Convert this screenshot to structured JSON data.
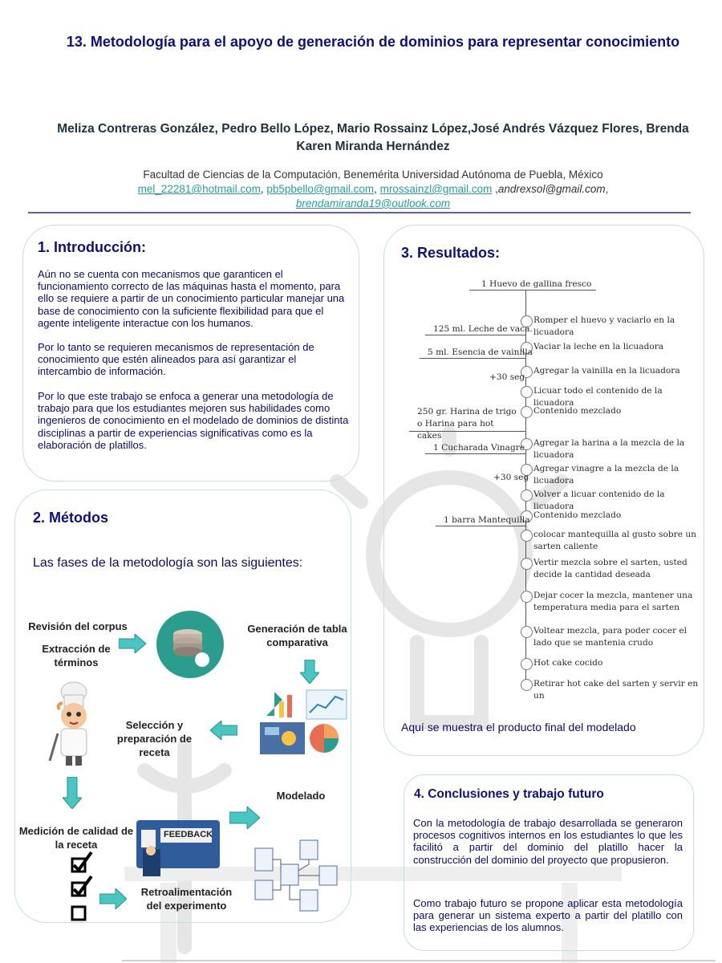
{
  "header": {
    "title": "13. Metodología para el apoyo de generación de dominios para representar conocimiento",
    "authors": "Meliza Contreras González, Pedro Bello López, Mario Rossainz López,José Andrés Vázquez Flores, Brenda Karen Miranda Hernández",
    "affiliation": "Facultad de Ciencias de la Computación, Benemérita Universidad Autónoma de Puebla, México",
    "emails": [
      "mel_22281@hotmail.com",
      "pb5pbello@gmail.com",
      "mrossainzl@gmail.com",
      "andrexsol@gmail.com",
      "brendamiranda19@outlook.com"
    ],
    "sep1": ", ",
    "sep2": ", ",
    "sep3": " ,",
    "sep4": ","
  },
  "intro": {
    "title": "1. Introducción:",
    "p1": "Aún no se cuenta con mecanismos que garanticen el funcionamiento correcto de las máquinas hasta el momento, para ello se requiere a partir de un conocimiento particular manejar una base de conocimiento con la suficiente flexibilidad para que el agente inteligente interactue con los humanos.",
    "p2": "Por lo tanto se requieren mecanismos de representación de conocimiento que estén alineados para así garantizar el intercambio de información.",
    "p3": "Por lo que este trabajo se enfoca a generar una metodología de trabajo para que los estudiantes mejoren sus habilidades como ingenieros de conocimiento en el modelado de dominios de distinta disciplinas a partir de experiencias significativas como es la elaboración de platillos."
  },
  "methods": {
    "title": "2. Métodos",
    "intro": "Las fases de la metodología son las siguientes:",
    "labels": {
      "corpus": "Revisión del corpus",
      "terms": "Extracción de términos",
      "table": "Generación de tabla comparativa",
      "recipe": "Selección y preparación de receta",
      "modeling": "Modelado",
      "quality": "Medición de calidad de la receta",
      "feedback": "Retroalimentación del experimento",
      "feedback_badge": "FEEDBACK"
    }
  },
  "results": {
    "title": "3. Resultados:",
    "caption": "Aquí se muestra el producto final del modelado",
    "top_label": "1 Huevo de gallina fresco",
    "steps": [
      "Romper el huevo y vaciarlo en la licuadora",
      "Vaciar la leche en la licuadora",
      "Agregar la vainilla en la licuadora",
      "Licuar todo el contenido de la licuadora",
      "Contenido mezclado",
      "Agregar la harina a la mezcla de la licuadora",
      "Agregar vinagre a la mezcla de la licuadora",
      "Volver a licuar contenido de la licuadora",
      "Contenido mezclado",
      "colocar mantequilla al gusto sobre un sarten caliente",
      "Vertir mezcla sobre el sarten, usted decide la cantidad deseada",
      "Dejar cocer la mezcla, mantener una temperatura media para el sarten",
      "Voltear mezcla, para poder cocer el lado que se mantenia crudo",
      "Hot cake cocido",
      "Retirar hot cake del sarten y servir en un"
    ],
    "inputs": [
      "125 ml. Leche de vaca.",
      "5 ml. Esencia de vainilla",
      "+30 seg",
      "250 gr. Harina de trigo o Harina para hot cakes",
      "1 Cucharada Vinagre",
      "+30 seg",
      "1 barra Mantequilla"
    ]
  },
  "conclusions": {
    "title": "4. Conclusiones y trabajo futuro",
    "p1": "Con la metodología de trabajo desarrollada se generaron procesos cognitivos internos en los estudiantes lo que les facilitó a partir del dominio del platillo hacer la construcción del dominio del proyecto que propusieron.",
    "p2": "Como trabajo futuro se propone aplicar esta metodología para generar un sistema experto a partir del platillo con las experiencias de los alumnos."
  }
}
